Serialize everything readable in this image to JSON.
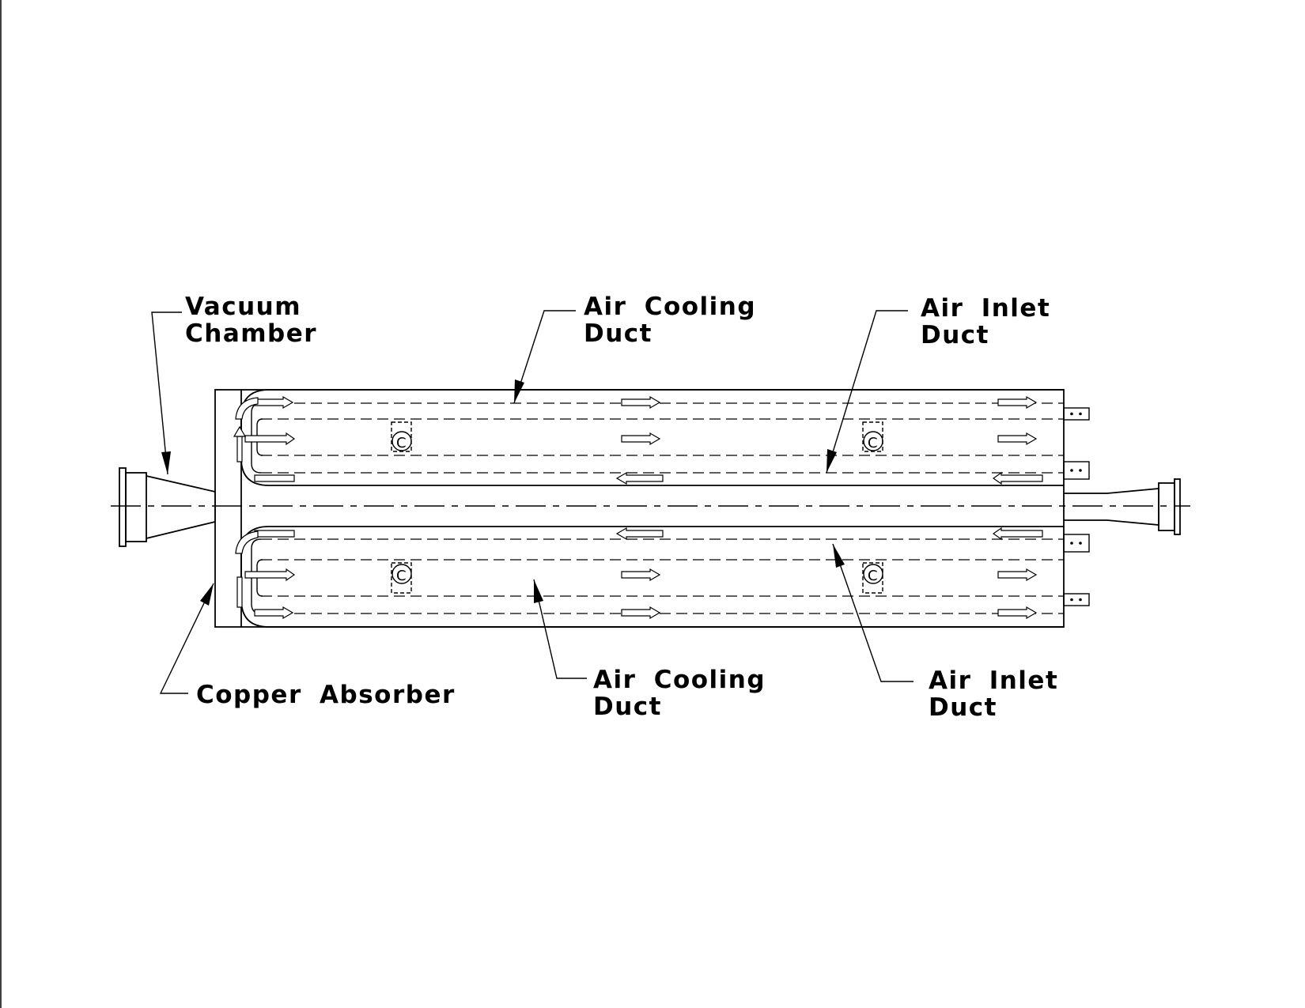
{
  "diagram": {
    "labels": {
      "vacuum_chamber": [
        "Vacuum",
        "Chamber"
      ],
      "air_cooling_duct_top": [
        "Air Cooling",
        "Duct"
      ],
      "air_inlet_duct_top": [
        "Air Inlet",
        "Duct"
      ],
      "copper_absorber": "Copper Absorber",
      "air_cooling_duct_bottom": [
        "Air Cooling",
        "Duct"
      ],
      "air_inlet_duct_bottom": [
        "Air Inlet",
        "Duct"
      ]
    },
    "bolt_marker": "C"
  }
}
